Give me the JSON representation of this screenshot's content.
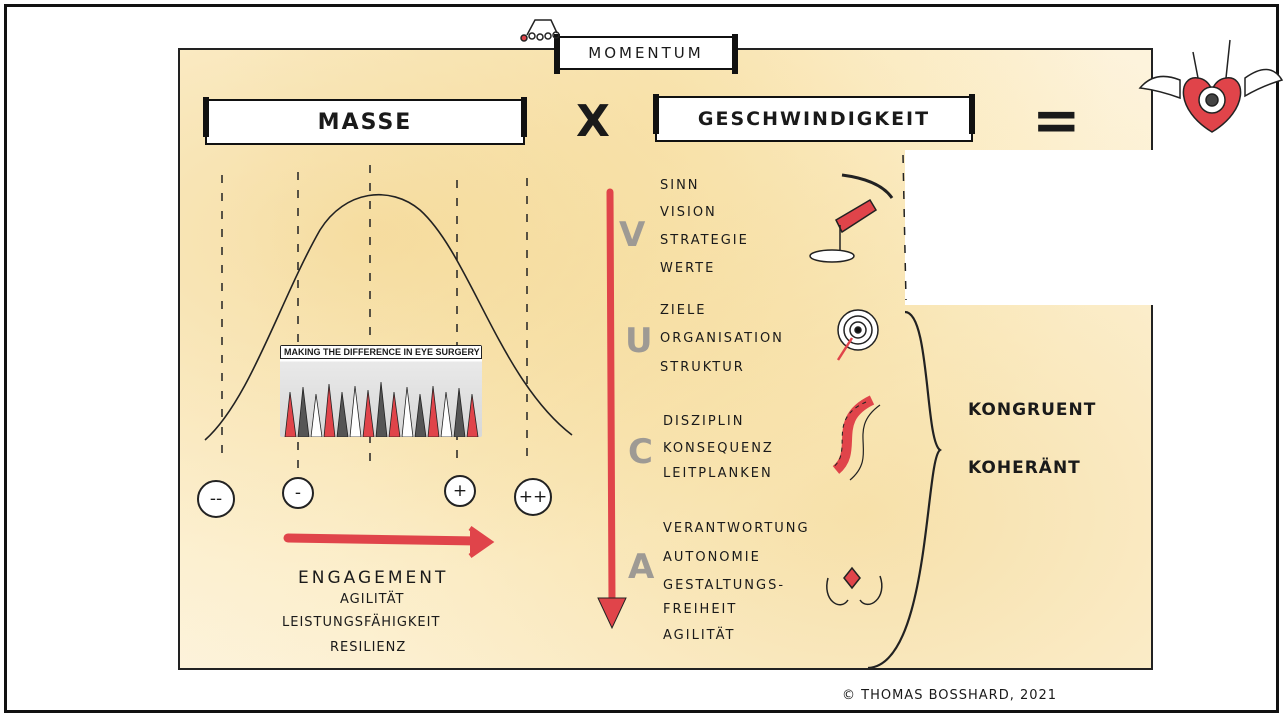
{
  "title": "MOMENTUM",
  "left_box": "MASSE",
  "operator_multiply": "X",
  "right_box": "GESCHWINDIGKEIT",
  "operator_equals": "=",
  "banner": "MAKING THE DIFFERENCE IN EYE SURGERY",
  "scale": [
    "--",
    "-",
    "+",
    "++"
  ],
  "mass_words": [
    "ENGAGEMENT",
    "AGILITÄT",
    "LEISTUNGSFÄHIGKEIT",
    "RESILIENZ"
  ],
  "vuca": [
    {
      "letter": "V",
      "words": [
        "SINN",
        "VISION",
        "STRATEGIE",
        "WERTE"
      ]
    },
    {
      "letter": "U",
      "words": [
        "ZIELE",
        "ORGANISATION",
        "STRUKTUR"
      ]
    },
    {
      "letter": "C",
      "words": [
        "DISZIPLIN",
        "KONSEQUENZ",
        "LEITPLANKEN"
      ]
    },
    {
      "letter": "A",
      "words": [
        "VERANTWORTUNG",
        "AUTONOMIE",
        "GESTALTUNGS-",
        "FREIHEIT",
        "AGILITÄT"
      ]
    }
  ],
  "result": [
    "KONGRUENT",
    "KOHERÄNT"
  ],
  "copyright": "© THOMAS BOSSHARD, 2021",
  "colors": {
    "accent": "#e0444a",
    "paper": "#fdf3dc",
    "letter": "#9e9a94",
    "ink": "#1a1a1a"
  }
}
